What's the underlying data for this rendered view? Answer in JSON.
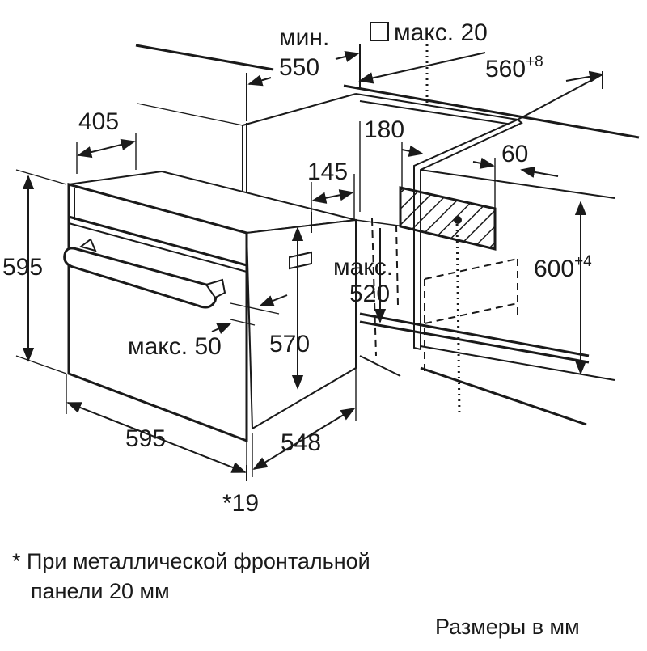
{
  "labels": {
    "min_label": "мин.",
    "min_value": "550",
    "max20": "макс. 20",
    "width_560": "560",
    "width_560_sup": "+8",
    "d405": "405",
    "d180": "180",
    "d145": "145",
    "d60": "60",
    "d595_height": "595",
    "max520_label": "макс.",
    "max520_value": "520",
    "h600": "600",
    "h600_sup": "+4",
    "max50": "макс. 50",
    "d570": "570",
    "d595_width": "595",
    "d548": "548",
    "star19": "*19"
  },
  "footnote": {
    "line1": "* При металлической фронтальной",
    "line2": "панели 20 мм"
  },
  "units_note": "Размеры в мм"
}
